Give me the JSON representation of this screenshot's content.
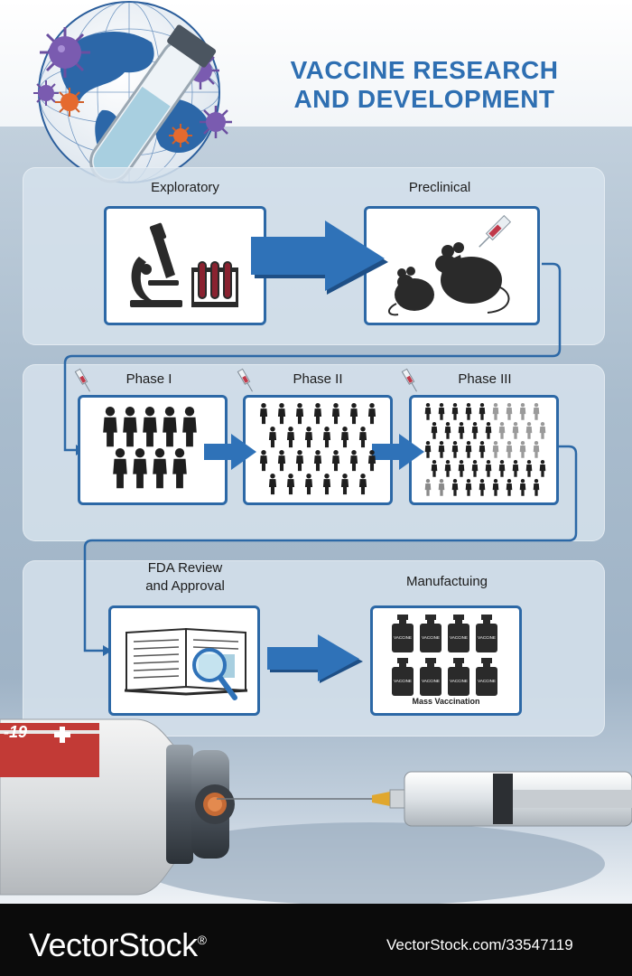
{
  "title": {
    "line1": "VACCINE RESEARCH",
    "line2": "AND DEVELOPMENT"
  },
  "stages": {
    "exploratory": "Exploratory",
    "preclinical": "Preclinical",
    "phase1": "Phase I",
    "phase2": "Phase II",
    "phase3": "Phase III",
    "fda_line1": "FDA Review",
    "fda_line2": "and Approval",
    "manufacturing": "Manufactuing"
  },
  "vial_label": "VACCINE",
  "mass_vaccination": "Mass Vaccination",
  "bottle_label": "-19",
  "watermark": {
    "left": "VectorStock",
    "reg": "®",
    "right": "VectorStock.com/33547119"
  },
  "colors": {
    "accent": "#2e6fb2",
    "box_border": "#2c68a6",
    "arrow": "#2f72b8",
    "silhouette": "#2a2a2a",
    "virus": "#6b4fa0"
  },
  "icons": [
    "globe-icon",
    "virus-icon",
    "test-tube-icon",
    "microscope-icon",
    "test-tubes-icon",
    "mouse-icon",
    "syringe-icon",
    "people-icon",
    "book-icon",
    "magnifier-icon",
    "vial-icon",
    "vaccine-bottle-icon"
  ]
}
